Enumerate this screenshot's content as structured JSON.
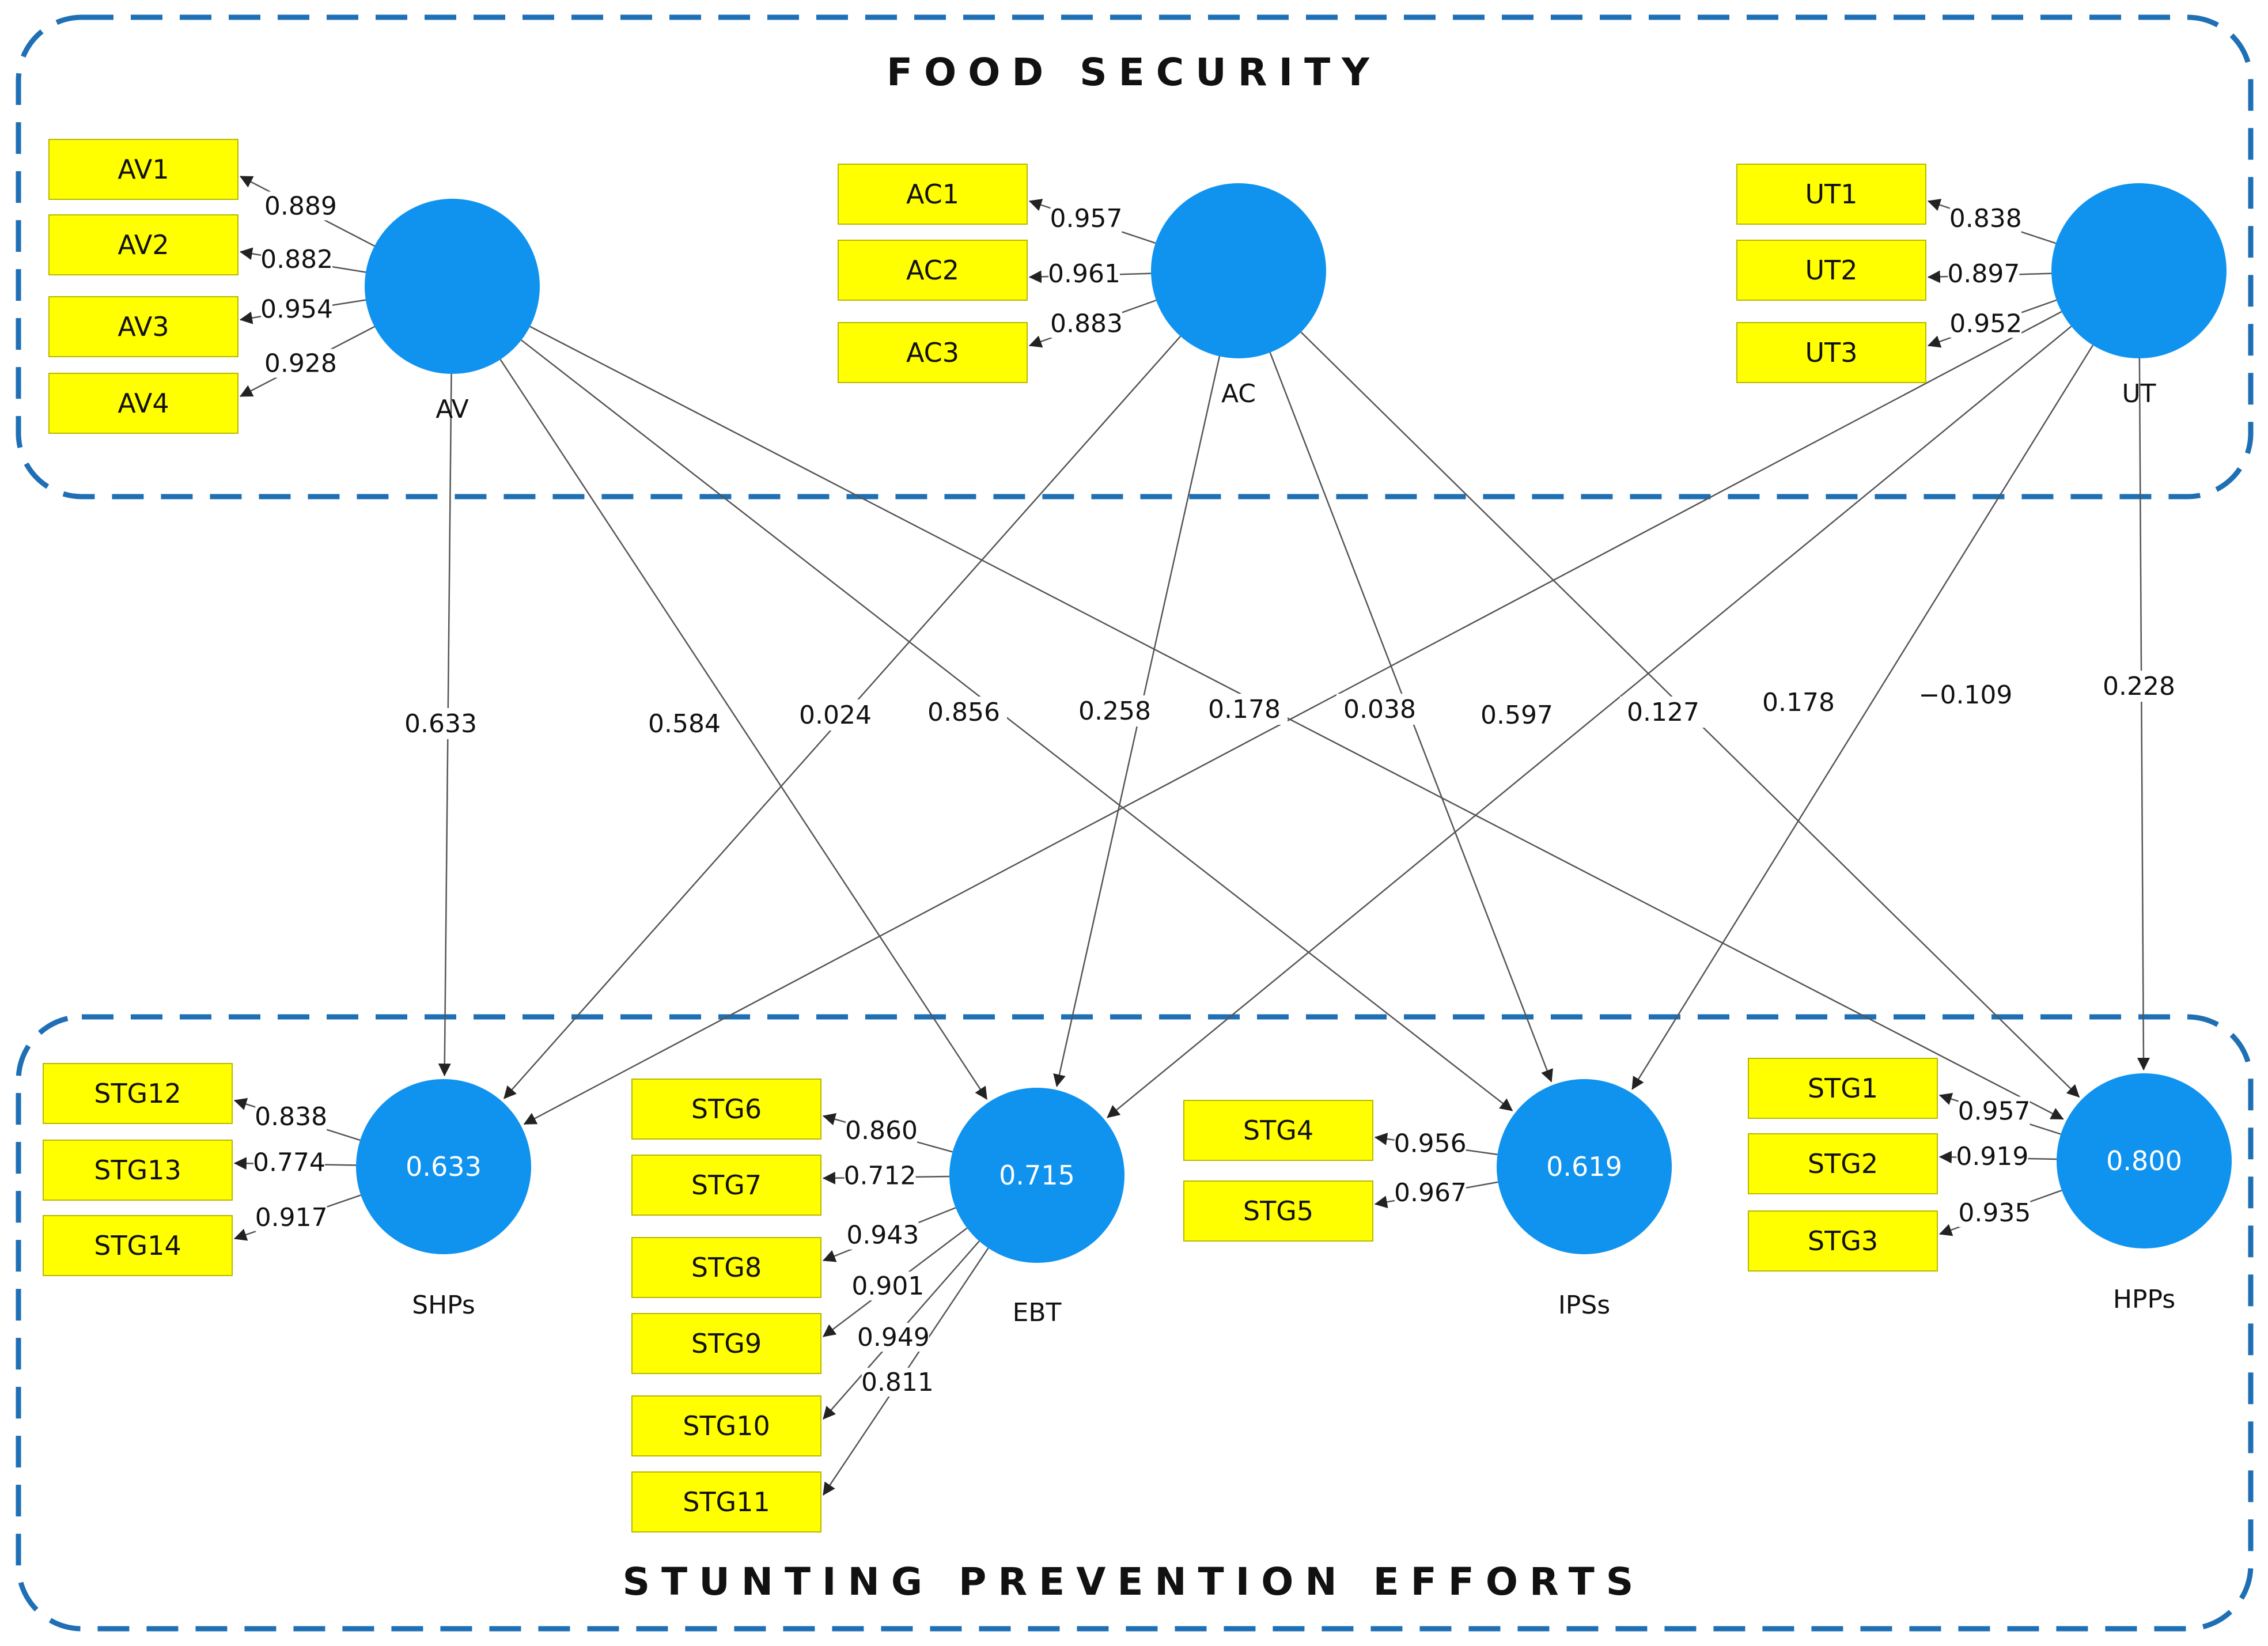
{
  "groups": {
    "food_security": "FOOD SECURITY",
    "stunting": "STUNTING PREVENTION EFFORTS"
  },
  "constructs": {
    "AV": {
      "name": "AV",
      "r2": ""
    },
    "AC": {
      "name": "AC",
      "r2": ""
    },
    "UT": {
      "name": "UT",
      "r2": ""
    },
    "SHPs": {
      "name": "SHPs",
      "r2": "0.633"
    },
    "EBT": {
      "name": "EBT",
      "r2": "0.715"
    },
    "IPSs": {
      "name": "IPSs",
      "r2": "0.619"
    },
    "HPPs": {
      "name": "HPPs",
      "r2": "0.800"
    }
  },
  "indicators": [
    {
      "id": "AV1",
      "label": "AV1",
      "construct": "AV",
      "loading": "0.889"
    },
    {
      "id": "AV2",
      "label": "AV2",
      "construct": "AV",
      "loading": "0.882"
    },
    {
      "id": "AV3",
      "label": "AV3",
      "construct": "AV",
      "loading": "0.954"
    },
    {
      "id": "AV4",
      "label": "AV4",
      "construct": "AV",
      "loading": "0.928"
    },
    {
      "id": "AC1",
      "label": "AC1",
      "construct": "AC",
      "loading": "0.957"
    },
    {
      "id": "AC2",
      "label": "AC2",
      "construct": "AC",
      "loading": "0.961"
    },
    {
      "id": "AC3",
      "label": "AC3",
      "construct": "AC",
      "loading": "0.883"
    },
    {
      "id": "UT1",
      "label": "UT1",
      "construct": "UT",
      "loading": "0.838"
    },
    {
      "id": "UT2",
      "label": "UT2",
      "construct": "UT",
      "loading": "0.897"
    },
    {
      "id": "UT3",
      "label": "UT3",
      "construct": "UT",
      "loading": "0.952"
    },
    {
      "id": "STG12",
      "label": "STG12",
      "construct": "SHPs",
      "loading": "0.838"
    },
    {
      "id": "STG13",
      "label": "STG13",
      "construct": "SHPs",
      "loading": "0.774"
    },
    {
      "id": "STG14",
      "label": "STG14",
      "construct": "SHPs",
      "loading": "0.917"
    },
    {
      "id": "STG6",
      "label": "STG6",
      "construct": "EBT",
      "loading": "0.860"
    },
    {
      "id": "STG7",
      "label": "STG7",
      "construct": "EBT",
      "loading": "0.712"
    },
    {
      "id": "STG8",
      "label": "STG8",
      "construct": "EBT",
      "loading": "0.943"
    },
    {
      "id": "STG9",
      "label": "STG9",
      "construct": "EBT",
      "loading": "0.901"
    },
    {
      "id": "STG10",
      "label": "STG10",
      "construct": "EBT",
      "loading": "0.949"
    },
    {
      "id": "STG11",
      "label": "STG11",
      "construct": "EBT",
      "loading": "0.811"
    },
    {
      "id": "STG4",
      "label": "STG4",
      "construct": "IPSs",
      "loading": "0.956"
    },
    {
      "id": "STG5",
      "label": "STG5",
      "construct": "IPSs",
      "loading": "0.967"
    },
    {
      "id": "STG1",
      "label": "STG1",
      "construct": "HPPs",
      "loading": "0.957"
    },
    {
      "id": "STG2",
      "label": "STG2",
      "construct": "HPPs",
      "loading": "0.919"
    },
    {
      "id": "STG3",
      "label": "STG3",
      "construct": "HPPs",
      "loading": "0.935"
    }
  ],
  "paths": [
    {
      "from": "AV",
      "to": "SHPs",
      "coefficient": "0.633"
    },
    {
      "from": "AV",
      "to": "EBT",
      "coefficient": "0.584"
    },
    {
      "from": "AC",
      "to": "SHPs",
      "coefficient": "0.024"
    },
    {
      "from": "AV",
      "to": "IPSs",
      "coefficient": "0.856"
    },
    {
      "from": "AC",
      "to": "EBT",
      "coefficient": "0.258"
    },
    {
      "from": "UT",
      "to": "SHPs",
      "coefficient": "0.178"
    },
    {
      "from": "AC",
      "to": "IPSs",
      "coefficient": "0.038"
    },
    {
      "from": "AV",
      "to": "HPPs",
      "coefficient": "0.597"
    },
    {
      "from": "UT",
      "to": "EBT",
      "coefficient": "0.127"
    },
    {
      "from": "AC",
      "to": "HPPs",
      "coefficient": "0.178"
    },
    {
      "from": "UT",
      "to": "IPSs",
      "coefficient": "−0.109"
    },
    {
      "from": "UT",
      "to": "HPPs",
      "coefficient": "0.228"
    }
  ],
  "colors": {
    "construct_fill": "#0f93ef",
    "indicator_fill": "#ffff00",
    "group_border": "#1f6fb5",
    "edge": "#555555"
  }
}
